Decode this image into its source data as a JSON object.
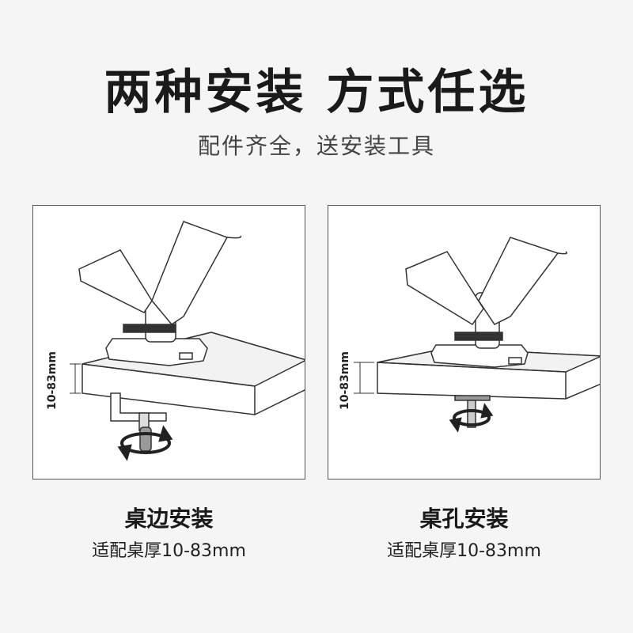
{
  "header": {
    "title": "两种安装 方式任选",
    "subtitle": "配件齐全，送安装工具"
  },
  "options": [
    {
      "label": "桌边安装",
      "spec": "适配桌厚10-83mm",
      "dimension_label": "10-83mm"
    },
    {
      "label": "桌孔安装",
      "spec": "适配桌厚10-83mm",
      "dimension_label": "10-83mm"
    }
  ]
}
